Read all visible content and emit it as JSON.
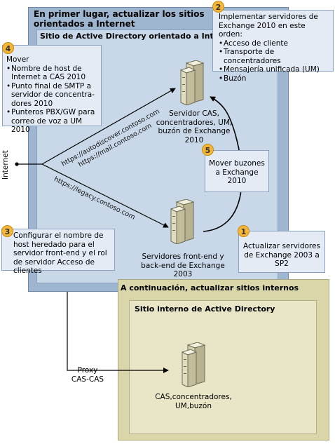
{
  "outer_site": {
    "title": "En primer lugar, actualizar los sitios orientados a Internet"
  },
  "inner_site": {
    "title": "Sitio de Active Directory orientado a Internet"
  },
  "internet_label": "Internet",
  "step1": {
    "number": "1",
    "text": "Actualizar servidores de Exchange 2003 a SP2"
  },
  "step2": {
    "number": "2",
    "heading": "Implementar servidores de Exchange 2010 en este orden:",
    "items": [
      "Acceso de cliente",
      "Transporte de concentradores",
      "Mensajería unificada (UM)",
      "Buzón"
    ]
  },
  "step3": {
    "number": "3",
    "text": "Configurar el nombre de host heredado para el servidor front-end y el rol de servidor Acceso de clientes"
  },
  "step4": {
    "number": "4",
    "heading": "Mover",
    "items": [
      "Nombre de host de Internet a CAS 2010",
      "Punto final de SMTP a servidor de concentra-dores 2010",
      "Punteros PBX/GW para correo de voz a UM 2010"
    ]
  },
  "step5": {
    "number": "5",
    "text": "Mover buzones a Exchange 2010"
  },
  "server_2010_label": "Servidor CAS, concentradores, UM, buzón de Exchange 2010",
  "server_2003_label": "Servidores front-end y back-end de Exchange 2003",
  "urls": {
    "autodiscover": "https://autodiscover.contoso.com",
    "mail": "https://mail.contoso.com",
    "legacy": "https://legacy.contoso.com"
  },
  "internal_outer": {
    "title": "A continuación, actualizar sitios internos"
  },
  "internal_inner": {
    "title": "Sitio interno de Active Directory"
  },
  "internal_server_label": "CAS,concentradores, UM,buzón",
  "proxy_label": "Proxy CAS-CAS"
}
